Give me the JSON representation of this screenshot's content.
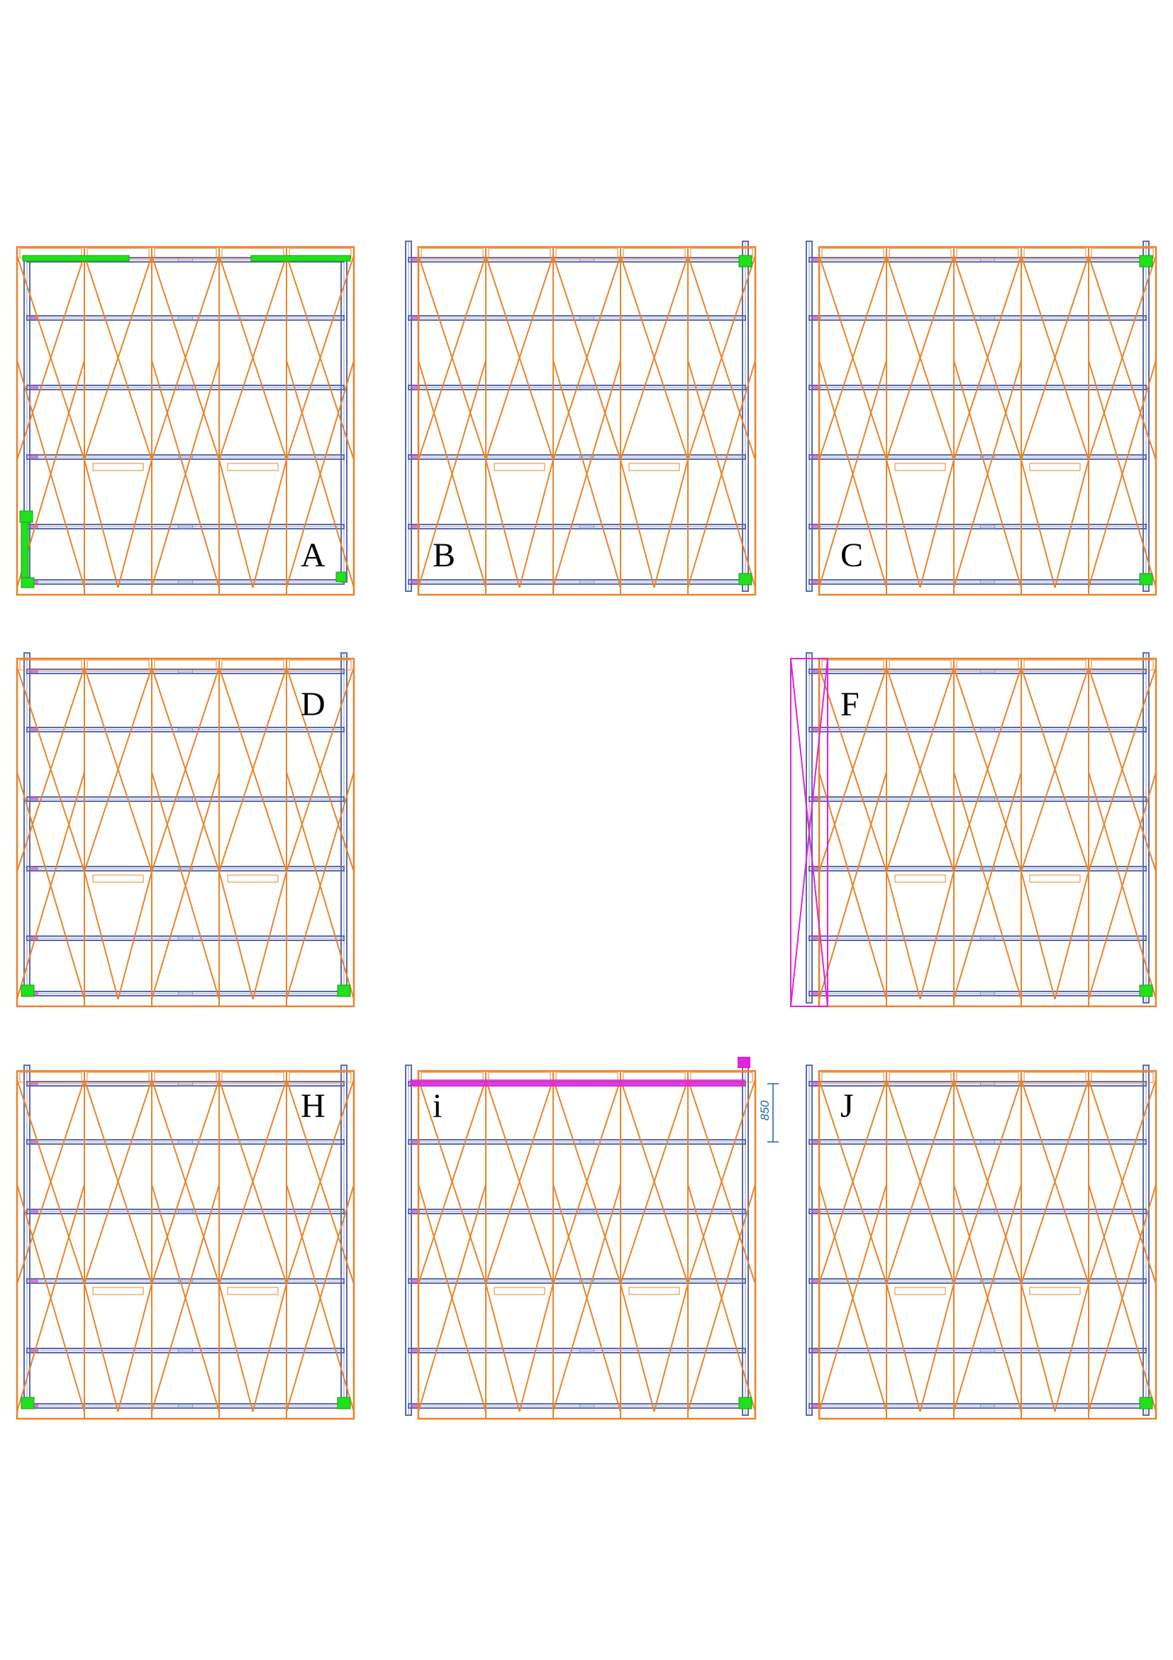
{
  "sheet": {
    "title": "",
    "panels": [
      {
        "id": "A",
        "label": "A",
        "variant": "a"
      },
      {
        "id": "B",
        "label": "B",
        "variant": "b"
      },
      {
        "id": "C",
        "label": "C",
        "variant": "c"
      },
      {
        "id": "D",
        "label": "D",
        "variant": "d"
      },
      {
        "id": "F",
        "label": "F",
        "variant": "f"
      },
      {
        "id": "H",
        "label": "H",
        "variant": "h"
      },
      {
        "id": "i",
        "label": "i",
        "variant": "i"
      },
      {
        "id": "J",
        "label": "J",
        "variant": "j"
      }
    ],
    "dimension_label": "850"
  },
  "colors": {
    "brace": "#e8842a",
    "frame": "#5a6aa8",
    "frame_light": "#8c9acb",
    "highlight_green": "#22e01c",
    "highlight_magenta": "#e024d8",
    "dimension": "#1f5fa8"
  },
  "icons": {
    "brace": "orange-cross-bracing",
    "frame": "blue-upright-and-beam",
    "anchor": "green-anchor-block",
    "magenta_part": "magenta-highlighted-member"
  }
}
